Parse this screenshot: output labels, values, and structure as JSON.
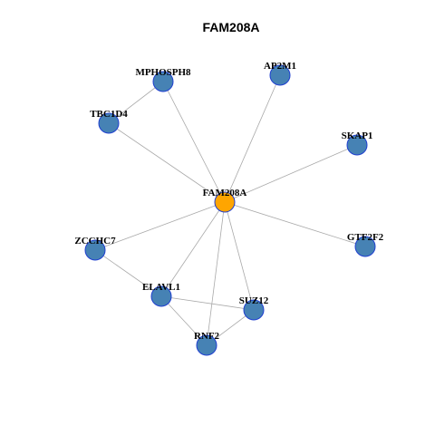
{
  "title": "FAM208A",
  "colors": {
    "center_fill": "#FFA500",
    "center_stroke": "#2b3fb8",
    "node_fill": "#4682B4",
    "node_stroke": "#1f3fd0",
    "edge": "#a9a9a9"
  },
  "nodes": [
    {
      "id": "FAM208A",
      "label": "FAM208A",
      "center": true
    },
    {
      "id": "MPHOSPH8",
      "label": "MPHOSPH8"
    },
    {
      "id": "AP2M1",
      "label": "AP2M1"
    },
    {
      "id": "TBC1D4",
      "label": "TBC1D4"
    },
    {
      "id": "SKAP1",
      "label": "SKAP1"
    },
    {
      "id": "ZCCHC7",
      "label": "ZCCHC7"
    },
    {
      "id": "GTF2F2",
      "label": "GTF2F2"
    },
    {
      "id": "ELAVL1",
      "label": "ELAVL1"
    },
    {
      "id": "SUZ12",
      "label": "SUZ12"
    },
    {
      "id": "RNF2",
      "label": "RNF2"
    }
  ],
  "edges": [
    [
      "FAM208A",
      "MPHOSPH8"
    ],
    [
      "FAM208A",
      "AP2M1"
    ],
    [
      "FAM208A",
      "TBC1D4"
    ],
    [
      "FAM208A",
      "SKAP1"
    ],
    [
      "FAM208A",
      "ZCCHC7"
    ],
    [
      "FAM208A",
      "GTF2F2"
    ],
    [
      "FAM208A",
      "ELAVL1"
    ],
    [
      "FAM208A",
      "SUZ12"
    ],
    [
      "FAM208A",
      "RNF2"
    ],
    [
      "MPHOSPH8",
      "TBC1D4"
    ],
    [
      "ZCCHC7",
      "ELAVL1"
    ],
    [
      "ELAVL1",
      "SUZ12"
    ],
    [
      "ELAVL1",
      "RNF2"
    ],
    [
      "SUZ12",
      "RNF2"
    ]
  ]
}
